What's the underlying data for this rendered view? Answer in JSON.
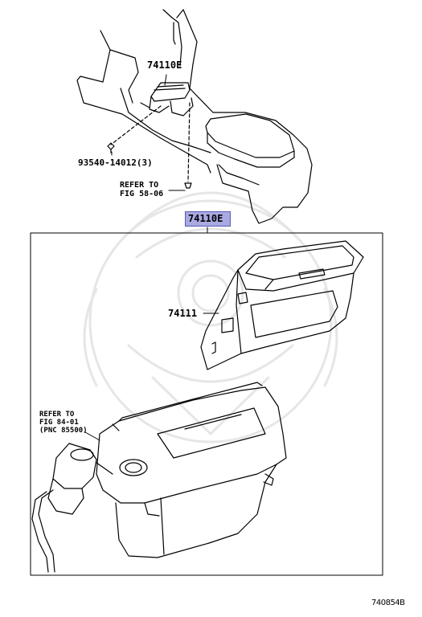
{
  "labels": {
    "top_part": "74110E",
    "main_callout": "74110E",
    "screw": "93540-14012(3)",
    "refer_fig58_line1": "REFER TO",
    "refer_fig58_line2": "FIG 58-06",
    "refer_fig84_line1": "REFER TO",
    "refer_fig84_line2": "FIG 84-01",
    "refer_fig84_line3": "(PNC 85500)",
    "box_part": "74111",
    "diagram_code": "740854B"
  },
  "colors": {
    "line": "#000000",
    "callout_highlight": "#a9a9e3",
    "watermark": "#e6e6e6"
  },
  "icons": {
    "watermark": "samurai-helmet-watermark"
  }
}
